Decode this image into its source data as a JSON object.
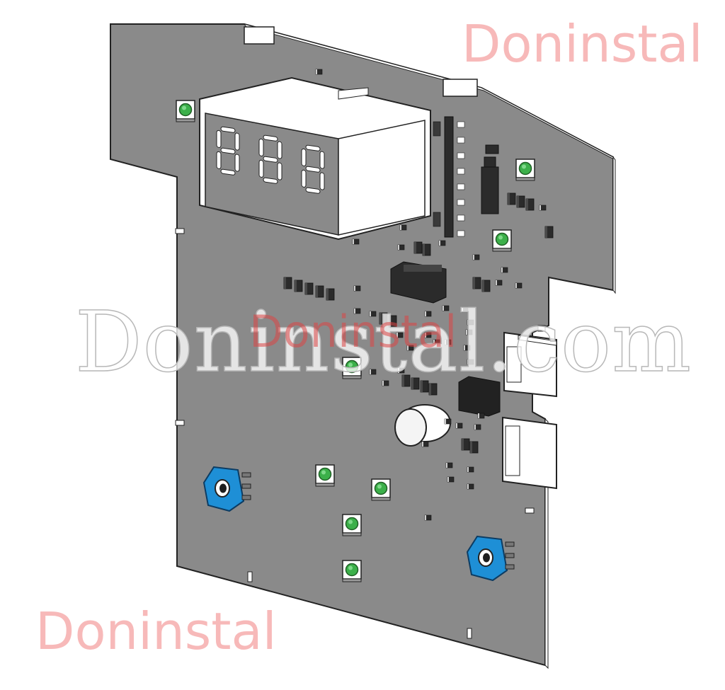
{
  "watermarks": {
    "top_right": "Doninstal",
    "bottom_left": "Doninstal",
    "center_overlay": "Doninstal",
    "center_domain": "Doninstal.com"
  },
  "display": {
    "digits": [
      "8",
      "8",
      "8"
    ],
    "segment_color": "#ffffff"
  },
  "colors": {
    "pcb": "#8a8a8a",
    "pcb_edge": "#2a2a2a",
    "component": "#2b2b2b",
    "button_cap": "#3cb04a",
    "encoder": "#1e8fd6",
    "housing": "#ffffff"
  }
}
